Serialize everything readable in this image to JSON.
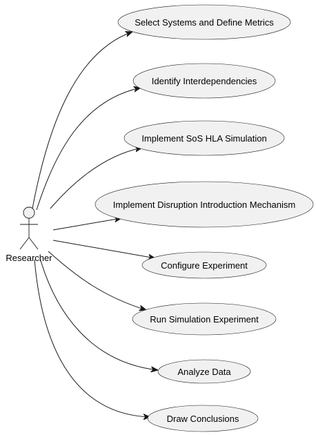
{
  "actor": {
    "name": "Researcher"
  },
  "use_cases": [
    {
      "label": "Select Systems and Define Metrics"
    },
    {
      "label": "Identify Interdependencies"
    },
    {
      "label": "Implement SoS HLA Simulation"
    },
    {
      "label": "Implement Disruption Introduction Mechanism"
    },
    {
      "label": "Configure Experiment"
    },
    {
      "label": "Run Simulation Experiment"
    },
    {
      "label": "Analyze Data"
    },
    {
      "label": "Draw Conclusions"
    }
  ],
  "colors": {
    "fill": "#f1f1f1",
    "stroke": "#181818",
    "text": "#000000"
  }
}
